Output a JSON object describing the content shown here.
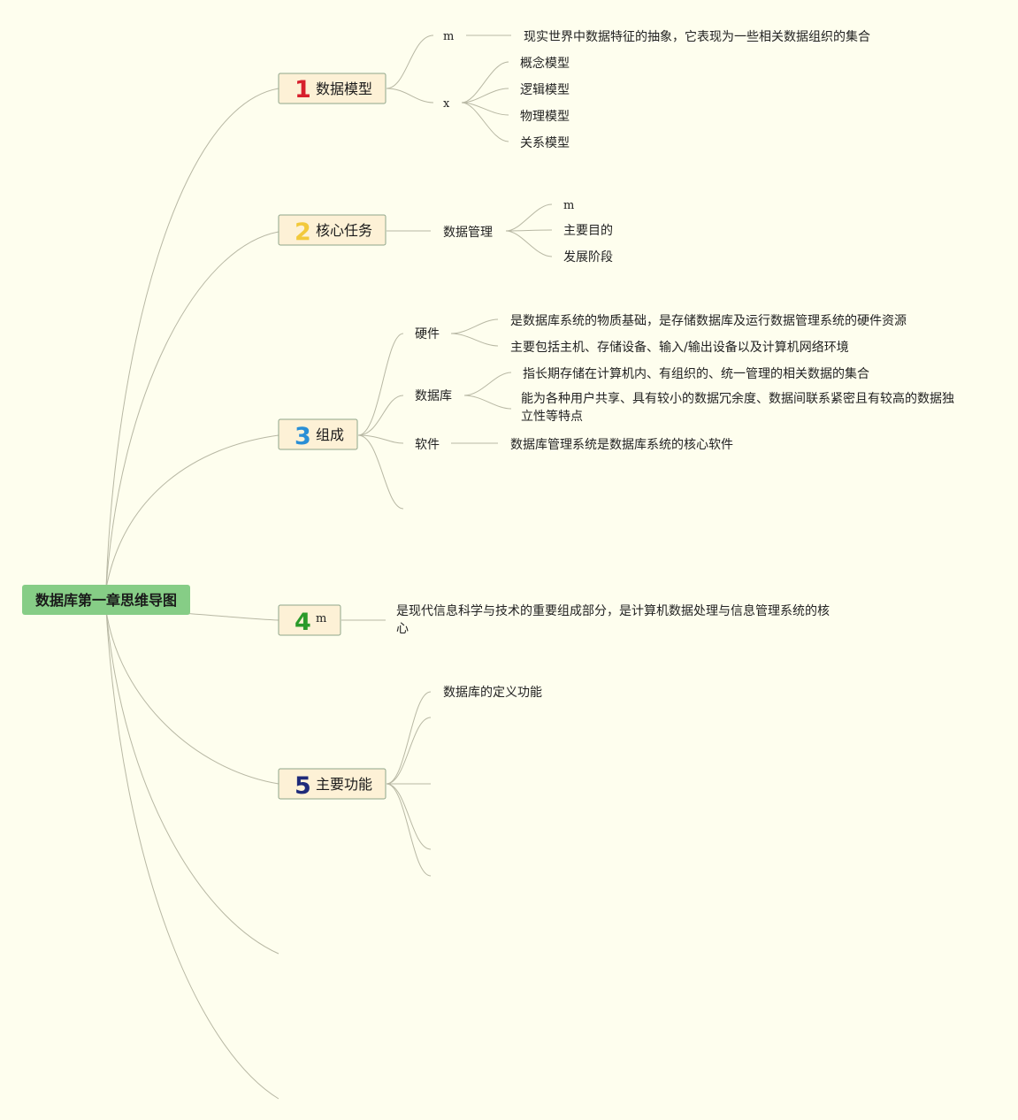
{
  "root": {
    "label": "数据库第一章思维导图"
  },
  "topics": [
    {
      "number": "1",
      "label": "数据模型",
      "children": [
        {
          "label": "m",
          "children": [
            "现实世界中数据特征的抽象，它表现为一些相关数据组织的集合"
          ]
        },
        {
          "label": "x",
          "children": [
            "概念模型",
            "逻辑模型",
            "物理模型",
            "关系模型"
          ]
        }
      ]
    },
    {
      "number": "2",
      "label": "核心任务",
      "children": [
        {
          "label": "数据管理",
          "children": [
            "m",
            "主要目的",
            "发展阶段"
          ]
        }
      ]
    },
    {
      "number": "3",
      "label": "组成",
      "children": [
        {
          "label": "硬件",
          "children": [
            "是数据库系统的物质基础，是存储数据库及运行数据管理系统的硬件资源",
            "主要包括主机、存储设备、输入/输出设备以及计算机网络环境"
          ]
        },
        {
          "label": "数据库",
          "children": [
            "指长期存储在计算机内、有组织的、统一管理的相关数据的集合",
            "能为各种用户共享、具有较小的数据冗余度、数据间联系紧密且有较高的数据独立性等特点"
          ]
        },
        {
          "label": "软件",
          "children": [
            "数据库管理系统是数据库系统的核心软件"
          ]
        }
      ]
    },
    {
      "number": "4",
      "label": "m",
      "children": [
        {
          "label": "是现代信息科学与技术的重要组成部分，是计算机数据处理与信息管理系统的核心"
        }
      ]
    },
    {
      "number": "5",
      "label": "主要功能",
      "children": [
        {
          "label": "数据库的定义功能"
        }
      ]
    }
  ],
  "colors": {
    "background": "#fefeee",
    "root": "#86cd86",
    "topic_fill": "#fdf1d6",
    "line": "#b8b8a4",
    "number_colors": [
      "#d71f2c",
      "#f2c93b",
      "#2a8fd6",
      "#2a9a2a",
      "#1e2a7a"
    ]
  }
}
